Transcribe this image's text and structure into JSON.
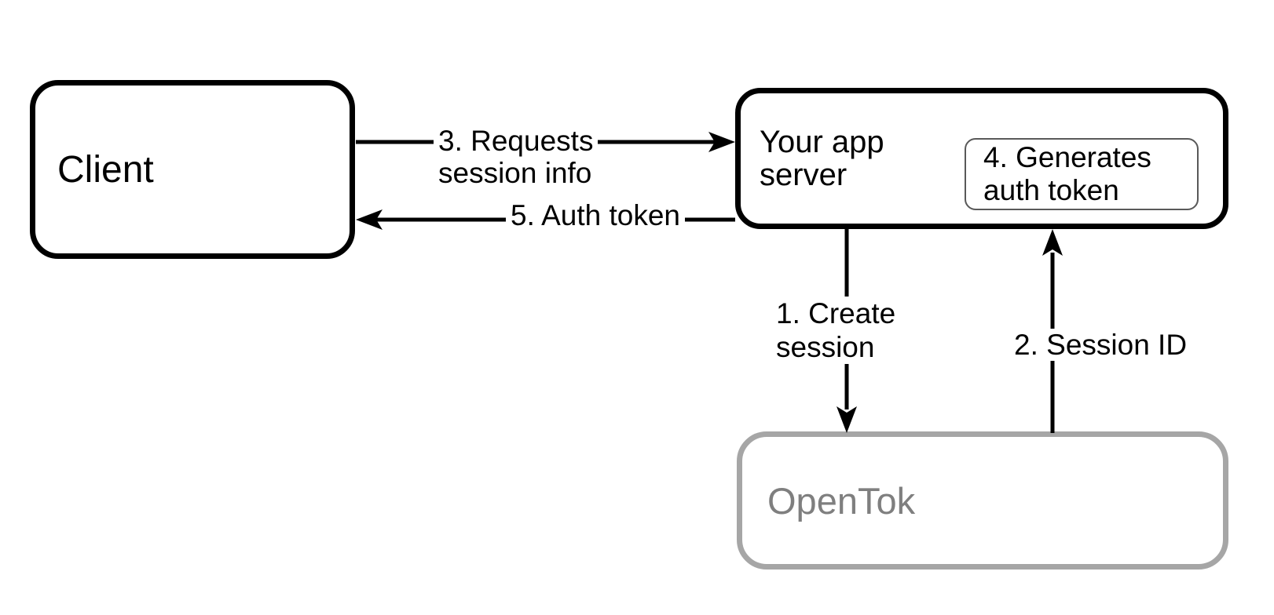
{
  "diagram": {
    "nodes": {
      "client": {
        "label": "Client"
      },
      "app_server": {
        "label_line1": "Your app",
        "label_line2": "server",
        "sub_step": {
          "line1": "4. Generates",
          "line2": "auth token"
        }
      },
      "opentok": {
        "label": "OpenTok"
      }
    },
    "arrows": {
      "create_session": {
        "number": "1",
        "line1": "1. Create",
        "line2": "session",
        "from": "app_server",
        "to": "opentok",
        "direction": "down"
      },
      "session_id": {
        "number": "2",
        "label": "2. Session ID",
        "from": "opentok",
        "to": "app_server",
        "direction": "up"
      },
      "requests_session_info": {
        "number": "3",
        "line1": "3. Requests",
        "line2": "session info",
        "from": "client",
        "to": "app_server",
        "direction": "right"
      },
      "auth_token": {
        "number": "5",
        "label": "5. Auth token",
        "from": "app_server",
        "to": "client",
        "direction": "left"
      }
    },
    "colors": {
      "background": "#ffffff",
      "node_border": "#000000",
      "node_text": "#000000",
      "sub_node_border": "#595959",
      "opentok_border": "#a6a6a6",
      "opentok_text": "#7f7f7f",
      "arrow": "#000000"
    }
  }
}
